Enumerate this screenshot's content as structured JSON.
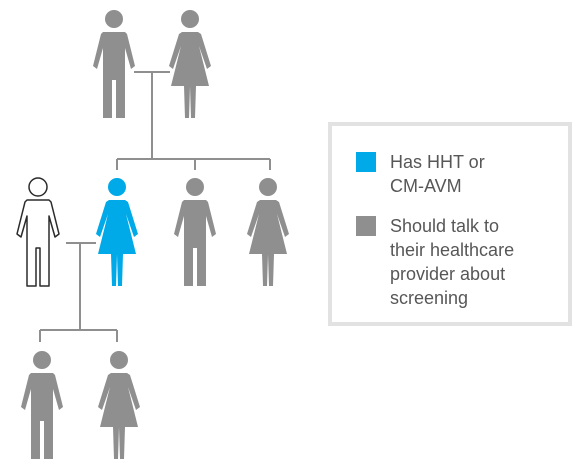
{
  "colors": {
    "affected": "#00a9e8",
    "screening": "#8f8f8f",
    "outline": "#2b2b2b",
    "connector": "#8f8f8f"
  },
  "legend": {
    "items": [
      {
        "label": "Has HHT or\nCM-AVM",
        "color": "#00a9e8",
        "icon": "blue-square-icon"
      },
      {
        "label": "Should talk to\ntheir healthcare\nprovider about\nscreening",
        "color": "#8f8f8f",
        "icon": "gray-square-icon"
      }
    ]
  },
  "people": [
    {
      "name": "grandfather-figure",
      "sex": "male",
      "status": "screening"
    },
    {
      "name": "grandmother-figure",
      "sex": "female",
      "status": "screening"
    },
    {
      "name": "spouse-figure",
      "sex": "male",
      "status": "unaffected"
    },
    {
      "name": "affected-daughter-figure",
      "sex": "female",
      "status": "affected"
    },
    {
      "name": "son-figure",
      "sex": "male",
      "status": "screening"
    },
    {
      "name": "daughter-figure",
      "sex": "female",
      "status": "screening"
    },
    {
      "name": "grandson-figure",
      "sex": "male",
      "status": "screening"
    },
    {
      "name": "granddaughter-figure",
      "sex": "female",
      "status": "screening"
    }
  ]
}
